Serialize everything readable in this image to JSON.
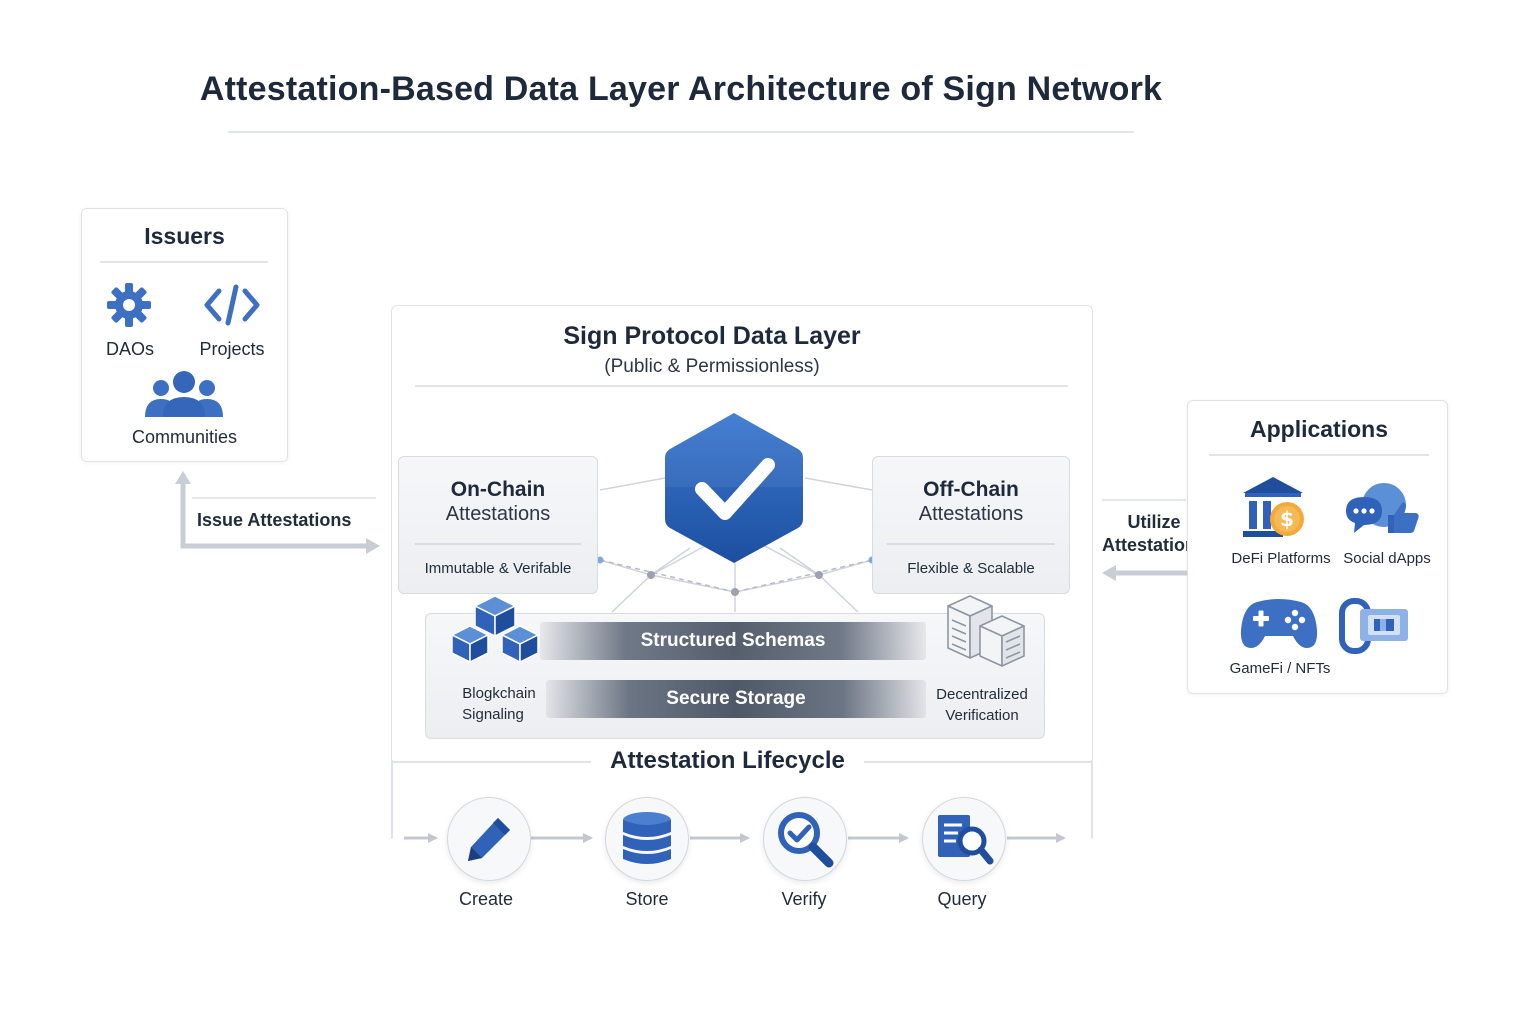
{
  "title": "Attestation-Based Data Layer Architecture of Sign Network",
  "issuers": {
    "title": "Issuers",
    "items": [
      {
        "label": "DAOs",
        "icon": "gear-icon"
      },
      {
        "label": "Projects",
        "icon": "code-icon"
      },
      {
        "label": "Communities",
        "icon": "people-icon"
      }
    ]
  },
  "flows": {
    "issue": "Issue Attestations",
    "utilize_line1": "Utilize",
    "utilize_line2": "Attestations"
  },
  "data_layer": {
    "title": "Sign Protocol Data Layer",
    "subtitle": "(Public & Permissionless)",
    "center_icon": "shield-check-icon",
    "on_chain": {
      "title": "On-Chain",
      "subtitle": "Attestations",
      "caption": "Immutable & Verifable"
    },
    "off_chain": {
      "title": "Off-Chain",
      "subtitle": "Attestations",
      "caption": "Flexible & Scalable"
    },
    "bands": [
      "Structured Schemas",
      "Secure Storage"
    ],
    "left_caption": [
      "Blogkchain",
      "Signaling"
    ],
    "right_caption": [
      "Decentralized",
      "Verification"
    ]
  },
  "lifecycle": {
    "title": "Attestation Lifecycle",
    "steps": [
      {
        "label": "Create",
        "icon": "pencil-icon"
      },
      {
        "label": "Store",
        "icon": "database-icon"
      },
      {
        "label": "Verify",
        "icon": "magnifier-check-icon"
      },
      {
        "label": "Query",
        "icon": "document-search-icon"
      }
    ]
  },
  "applications": {
    "title": "Applications",
    "items": [
      {
        "label": "DeFi Platforms",
        "icon": "bank-icon"
      },
      {
        "label": "Social dApps",
        "icon": "chat-like-icon"
      },
      {
        "label": "GameFi / NFTs",
        "icon": "gamepad-icon"
      },
      {
        "label": "",
        "icon": "nft-card-icon"
      }
    ]
  },
  "colors": {
    "primary_blue": "#2f62b8",
    "dark_blue": "#1f4e9c",
    "light_blue": "#5b8fd6",
    "gold": "#f3a93c",
    "text": "#1e293b",
    "border": "#dfe3e8",
    "arrow": "#c7ccd4"
  }
}
